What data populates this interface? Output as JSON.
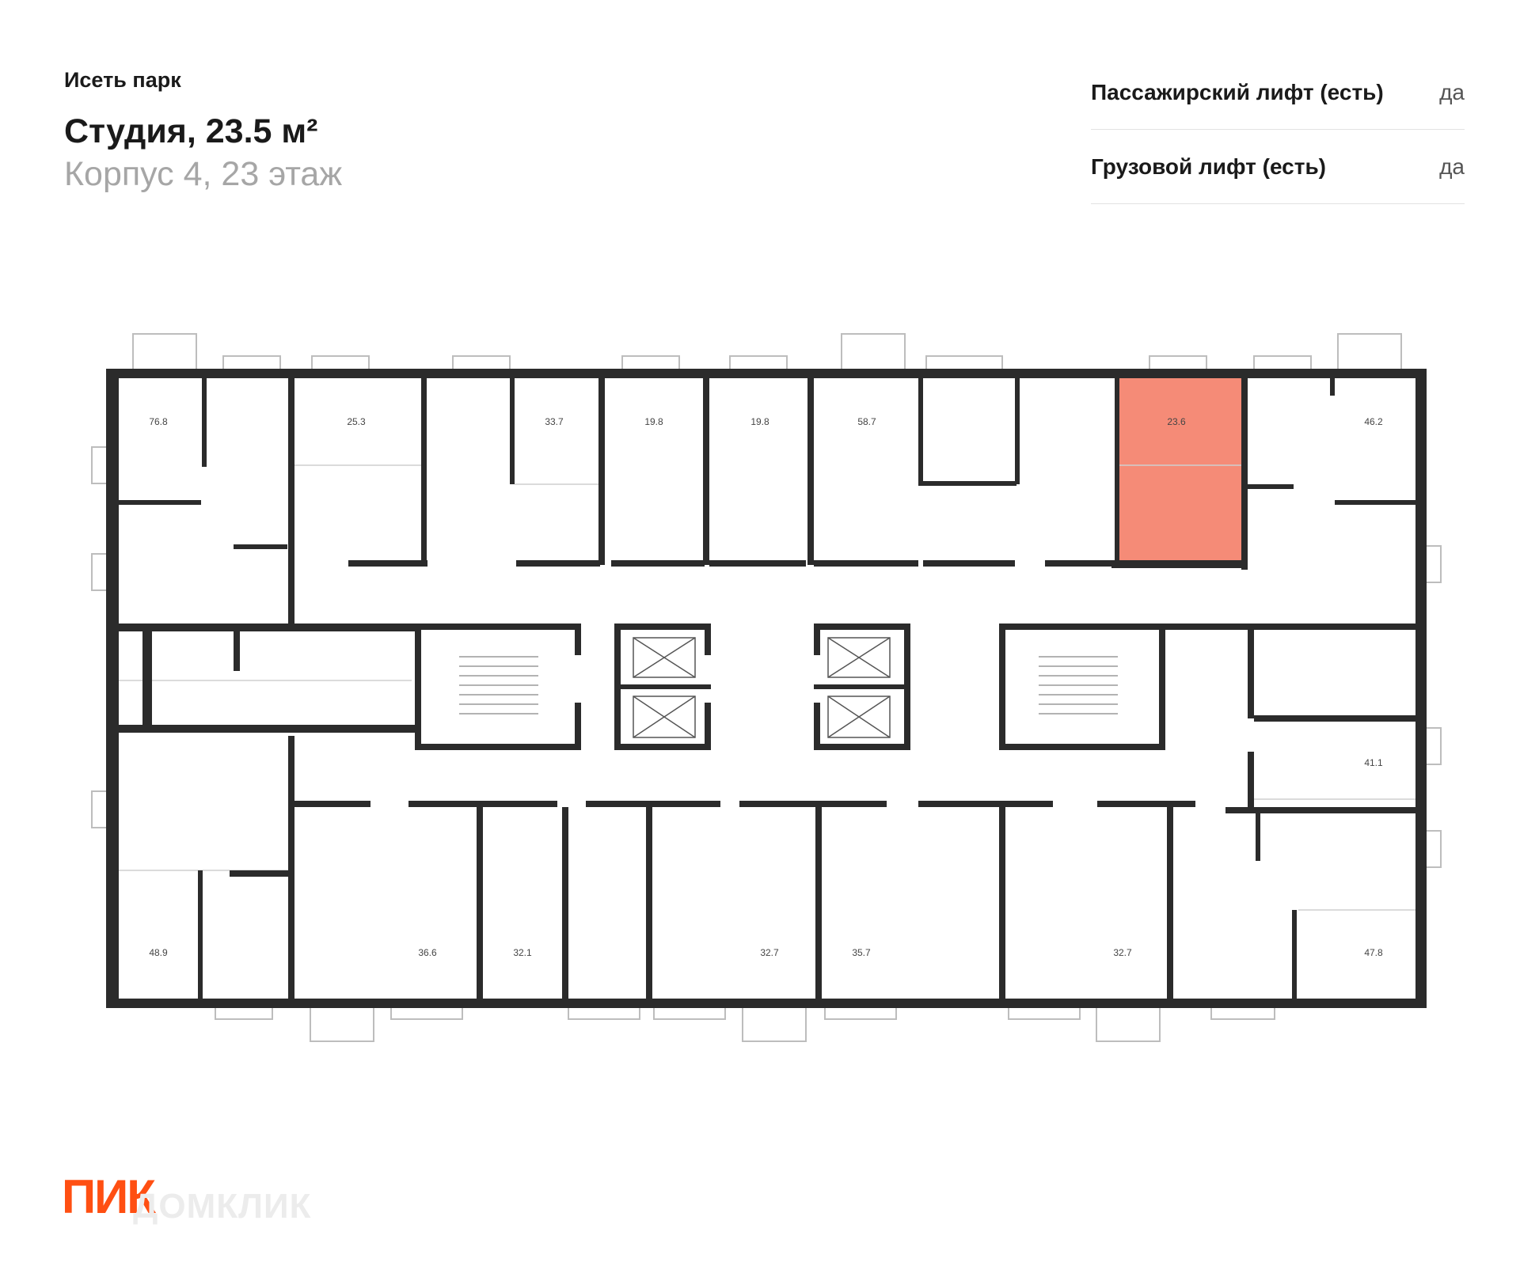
{
  "header": {
    "project": "Исеть парк",
    "title": "Студия, 23.5 м²",
    "subtitle": "Корпус 4, 23 этаж"
  },
  "specs": [
    {
      "label": "Пассажирский лифт (есть)",
      "value": "да"
    },
    {
      "label": "Грузовой лифт (есть)",
      "value": "да"
    }
  ],
  "plan": {
    "highlight_color": "#f4816b",
    "wall_color": "#2b2b2b",
    "areas_top": [
      "76.8",
      "25.3",
      "33.7",
      "19.8",
      "19.8",
      "58.7",
      "23.6",
      "46.2"
    ],
    "area_right_middle": "41.1",
    "areas_bottom": [
      "48.9",
      "36.6",
      "32.1",
      "32.7",
      "35.7",
      "32.7",
      "47.8"
    ],
    "highlighted_area": "23.6"
  },
  "brand": {
    "logo": "ПИК",
    "watermark": "ДОМКЛИК"
  }
}
